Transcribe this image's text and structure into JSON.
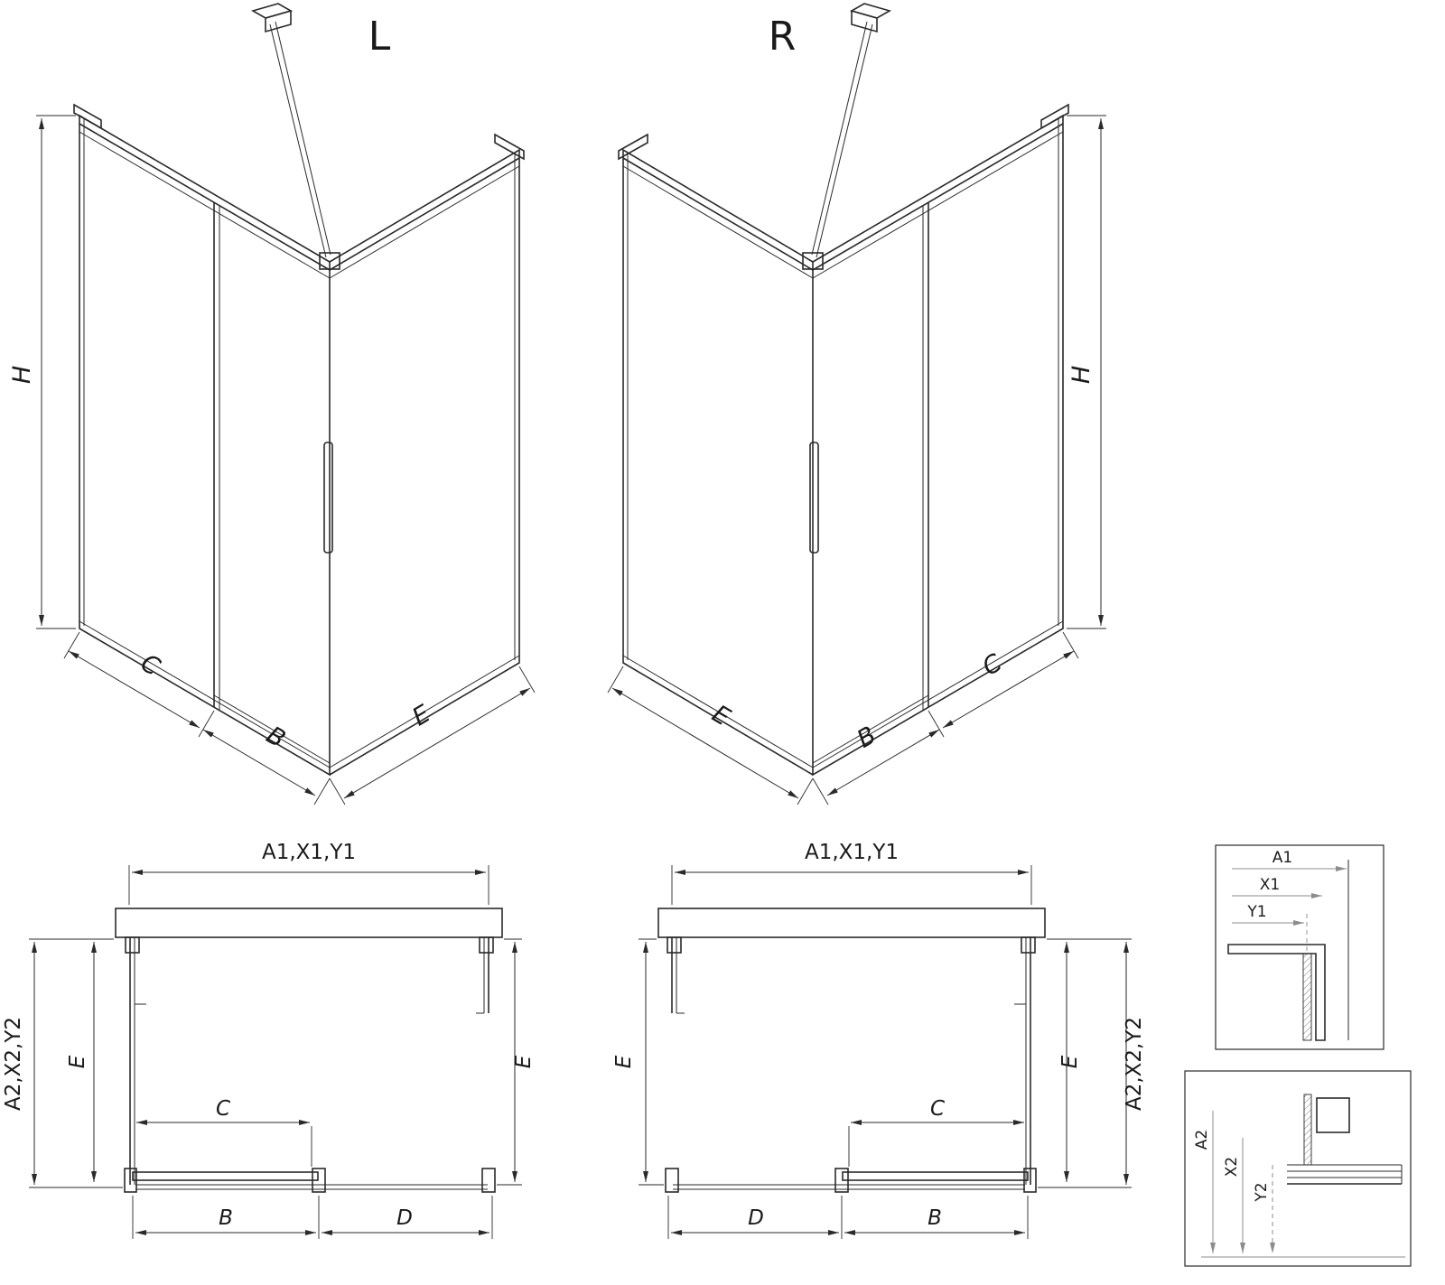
{
  "diagram": {
    "background": "#ffffff",
    "line_color": "#2a2a2a",
    "detail_label_color": "#8c8c8c",
    "views": {
      "iso_left": {
        "title": "L",
        "dims": {
          "height": "H",
          "c": "C",
          "b": "B",
          "e": "E"
        }
      },
      "iso_right": {
        "title": "R",
        "dims": {
          "height": "H",
          "e": "E",
          "b": "B",
          "c": "C"
        }
      },
      "plan_left": {
        "dims": {
          "width_top": "A1,X1,Y1",
          "depth_outer": "A2,X2,Y2",
          "depth_left": "E",
          "depth_right": "E",
          "c": "C",
          "b": "B",
          "d": "D"
        }
      },
      "plan_right": {
        "dims": {
          "width_top": "A1,X1,Y1",
          "depth_outer": "A2,X2,Y2",
          "depth_left": "E",
          "depth_right": "E",
          "c": "C",
          "b": "B",
          "d": "D"
        }
      },
      "detail_top": {
        "dims": {
          "a1": "A1",
          "x1": "X1",
          "y1": "Y1"
        }
      },
      "detail_bottom": {
        "dims": {
          "a2": "A2",
          "x2": "X2",
          "y2": "Y2"
        }
      }
    }
  }
}
